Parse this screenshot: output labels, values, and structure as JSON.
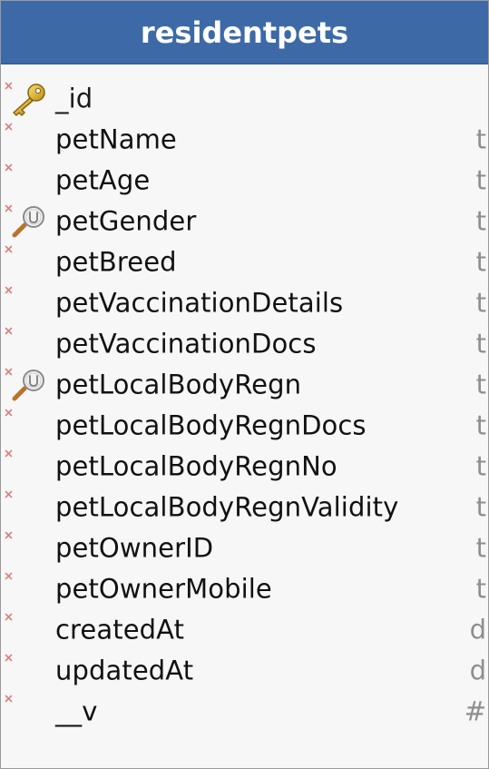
{
  "table": {
    "name": "residentpets",
    "fields": [
      {
        "name": "_id",
        "type": "",
        "icon": "key-icon"
      },
      {
        "name": "petName",
        "type": "t",
        "icon": ""
      },
      {
        "name": "petAge",
        "type": "t",
        "icon": ""
      },
      {
        "name": "petGender",
        "type": "t",
        "icon": "unique-index-icon"
      },
      {
        "name": "petBreed",
        "type": "t",
        "icon": ""
      },
      {
        "name": "petVaccinationDetails",
        "type": "t",
        "icon": ""
      },
      {
        "name": "petVaccinationDocs",
        "type": "t",
        "icon": ""
      },
      {
        "name": "petLocalBodyRegn",
        "type": "t",
        "icon": "unique-index-icon"
      },
      {
        "name": "petLocalBodyRegnDocs",
        "type": "t",
        "icon": ""
      },
      {
        "name": "petLocalBodyRegnNo",
        "type": "t",
        "icon": ""
      },
      {
        "name": "petLocalBodyRegnValidity",
        "type": "t",
        "icon": ""
      },
      {
        "name": "petOwnerID",
        "type": "t",
        "icon": ""
      },
      {
        "name": "petOwnerMobile",
        "type": "t",
        "icon": ""
      },
      {
        "name": "createdAt",
        "type": "d",
        "icon": ""
      },
      {
        "name": "updatedAt",
        "type": "d",
        "icon": ""
      },
      {
        "name": "__v",
        "type": "#",
        "icon": ""
      }
    ]
  },
  "colors": {
    "header_bg": "#3d6aa7",
    "header_text": "#ffffff",
    "body_bg": "#f7f7f7",
    "type_text": "#8e8e8e",
    "not_null_mark": "#d98080"
  }
}
